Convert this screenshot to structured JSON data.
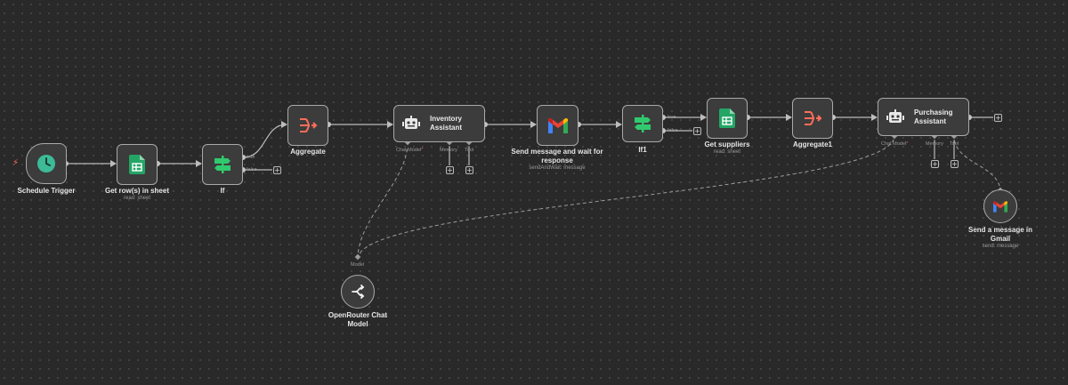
{
  "canvas": {
    "background": "#292929",
    "dot": "#4a4a4a",
    "wire": "#bcbcbc"
  },
  "colors": {
    "trigger": "#3dbb96",
    "sheets": "#23a566",
    "if": "#31c96e",
    "aggregate": "#ff6d5a",
    "gmail_red": "#ea4335",
    "gmail_blue": "#4285f4",
    "gmail_yellow": "#fbbc04",
    "gmail_green": "#34a853",
    "required": "#e05a5a"
  },
  "nodes": {
    "schedule": {
      "label": "Schedule Trigger",
      "icon": "clock-icon"
    },
    "get_rows": {
      "label": "Get row(s) in sheet",
      "sub": "read: sheet",
      "icon": "google-sheets-icon"
    },
    "if": {
      "label": "If",
      "true_label": "true",
      "false_label": "false",
      "icon": "if-icon"
    },
    "aggregate": {
      "label": "Aggregate",
      "icon": "aggregate-icon"
    },
    "inventory": {
      "title": "Inventory Assistant",
      "chat_model": "Chat Model",
      "req": "*",
      "memory": "Memory",
      "tool": "Tool",
      "icon": "robot-icon"
    },
    "send_wait": {
      "label": "Send message and wait for response",
      "sub": "sendAndWait: message",
      "icon": "gmail-icon"
    },
    "if1": {
      "label": "If1",
      "true_label": "true",
      "false_label": "false",
      "icon": "if-icon"
    },
    "get_suppliers": {
      "label": "Get suppliers",
      "sub": "read: sheet",
      "icon": "google-sheets-icon"
    },
    "aggregate1": {
      "label": "Aggregate1",
      "icon": "aggregate-icon"
    },
    "purchasing": {
      "title": "Purchasing Assistant",
      "chat_model": "Chat Model",
      "req": "*",
      "memory": "Memory",
      "tool": "Tool",
      "icon": "robot-icon"
    },
    "openrouter": {
      "label": "OpenRouter Chat Model",
      "port": "Model",
      "icon": "openrouter-icon"
    },
    "send_gmail": {
      "label": "Send a message in Gmail",
      "sub": "send: message",
      "icon": "gmail-icon"
    }
  },
  "plus_symbol": "+",
  "trigger_mark": "⚡"
}
